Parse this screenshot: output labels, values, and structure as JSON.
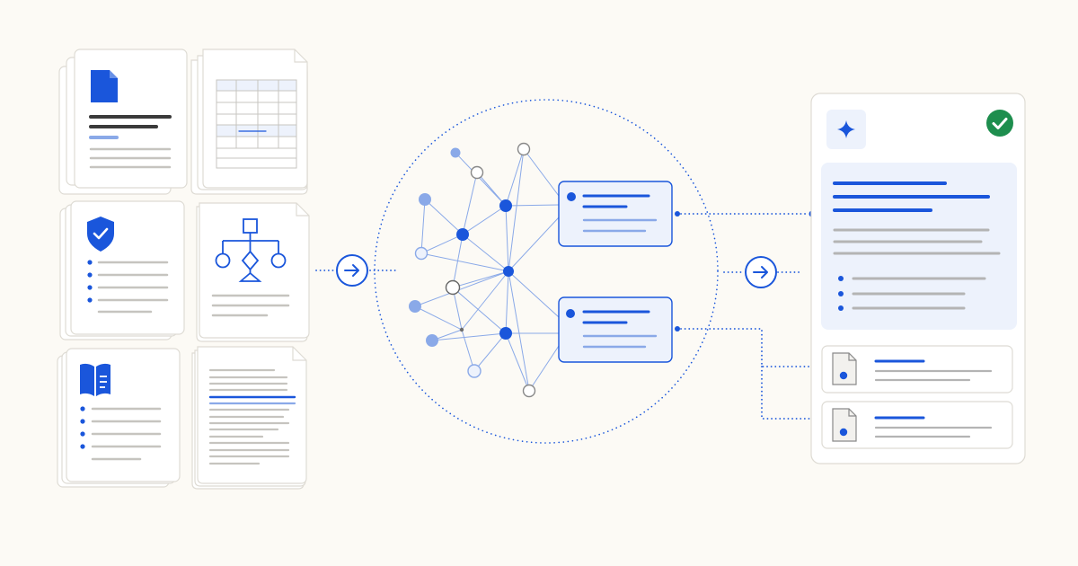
{
  "colors": {
    "background": "#fcfaf5",
    "accent": "#1a56db",
    "accent_light": "#8aa9e8",
    "accent_tint": "#edf2fc",
    "card": "#ffffff",
    "card_border": "#dedbd4",
    "text_dark": "#3a3a3a",
    "text_gray": "#b4b4b4",
    "success": "#1e8e4e",
    "node_gray": "#6b6b6b"
  },
  "icons": {
    "source_document": "document-icon",
    "source_spreadsheet": "spreadsheet-icon",
    "source_policy": "shield-check-icon",
    "source_diagram": "flowchart-icon",
    "source_manual": "book-icon",
    "source_text": "text-page-icon",
    "flow_arrow": "arrow-right-icon",
    "answer_sparkle": "sparkle-icon",
    "answer_verified": "check-circle-icon",
    "citation": "cited-document-icon"
  },
  "sources": [
    {
      "kind": "document"
    },
    {
      "kind": "spreadsheet"
    },
    {
      "kind": "policy"
    },
    {
      "kind": "diagram"
    },
    {
      "kind": "manual"
    },
    {
      "kind": "text"
    }
  ],
  "graph": {
    "retrieved_chunks": 2,
    "nodes": 17,
    "status_verified": true
  },
  "answer": {
    "citations": 2,
    "bullet_points": 3
  }
}
